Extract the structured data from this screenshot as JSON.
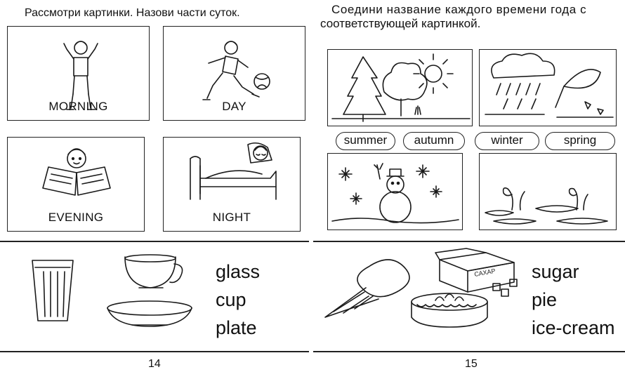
{
  "left_page": {
    "instruction": "Рассмотри картинки. Назови части суток.",
    "parts_of_day": [
      "MORNING",
      "DAY",
      "EVENING",
      "NIGHT"
    ],
    "words": [
      "glass",
      "cup",
      "plate"
    ],
    "page_number": "14"
  },
  "right_page": {
    "instruction_line1": "Соедини название каждого времени года с",
    "instruction_line2": "соответствующей картинкой.",
    "seasons": [
      "summer",
      "autumn",
      "winter",
      "spring"
    ],
    "sugar_box_label": "САХАР",
    "words": [
      "sugar",
      "pie",
      "ice-cream"
    ],
    "page_number": "15"
  }
}
